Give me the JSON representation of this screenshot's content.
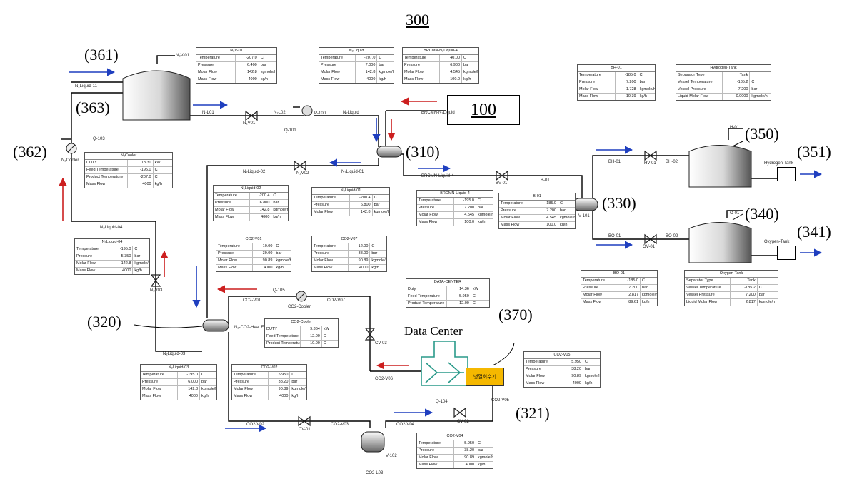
{
  "figure_number": "300",
  "subsystem_box": "100",
  "refs": {
    "r361": "(361)",
    "r363": "(363)",
    "r362": "(362)",
    "r310": "(310)",
    "r320": "(320)",
    "r330": "(330)",
    "r350": "(350)",
    "r351": "(351)",
    "r340": "(340)",
    "r341": "(341)",
    "r370": "(370)",
    "r321": "(321)"
  },
  "data_center_label": "Data Center",
  "heat_exchanger_label": "냉열회수기",
  "stream_tags": {
    "n2v01": "N₂V-01",
    "n2liquid11": "N₂Liquid-11",
    "n2cooler": "N₂Cooler",
    "q103": "Q-103",
    "n2l01": "N₂L01",
    "n2v01v": "N₂V01",
    "n2l02": "N₂L02",
    "p100": "P-100",
    "q101": "Q-101",
    "n2liquid": "N₂Liquid",
    "brcmn": "BRCMN-N₂Liquid",
    "n2liquid02": "N₂Liquid-02",
    "n2v02": "N₂V02",
    "n2liquid01": "N₂Liquid-01",
    "brcmnliq4": "BRCMN-Liquid-4",
    "bv01": "BV-01",
    "b01": "B-01",
    "bh01": "BH-01",
    "hv01": "HV-01",
    "bh02": "BH-02",
    "hydrogen_tank": "Hydrogen-Tank",
    "h01": "H-01",
    "v101": "V-101",
    "bo01": "BO-01",
    "ov01": "OV-01",
    "bo02": "BO-02",
    "oxygen_tank": "Oxygen-Tank",
    "o01": "O-01",
    "n2liquid04": "N₂Liquid-04",
    "n2v03": "N₂V03",
    "q105": "Q-105",
    "co2cooler": "CO2-Cooler",
    "co2v01": "CO2-V01",
    "co2v07": "CO2-V07",
    "n2co2hx": "N₂-CO2-Heat Exchang",
    "n2liquid03": "N₂Liquid-03",
    "cv03": "CV-03",
    "co2v06": "CO2-V06",
    "q104": "Q-104",
    "co2v05": "CO2-V05",
    "co2v02": "CO2-V02",
    "cv01": "CV-01",
    "co2v03": "CO2-V03",
    "co2v04": "CO2-V04",
    "cv02": "CV-02",
    "v102": "V-102",
    "co2l03": "CO2-L03"
  },
  "tables": [
    {
      "id": "n2v01",
      "title": "N₂V-01",
      "rows": [
        [
          "Temperature",
          "-207.0",
          "C"
        ],
        [
          "Pressure",
          "6.400",
          "bar"
        ],
        [
          "Molar Flow",
          "142.8",
          "kgmole/h"
        ],
        [
          "Mass Flow",
          "4000",
          "kg/h"
        ]
      ]
    },
    {
      "id": "n2liquid",
      "title": "N₂Liquid",
      "rows": [
        [
          "Temperature",
          "-207.0",
          "C"
        ],
        [
          "Pressure",
          "7.000",
          "bar"
        ],
        [
          "Molar Flow",
          "142.8",
          "kgmole/h"
        ],
        [
          "Mass Flow",
          "4000",
          "kg/h"
        ]
      ]
    },
    {
      "id": "brcmn",
      "title": "BRCMN-N₂Liquid-4",
      "rows": [
        [
          "Temperature",
          "40.00",
          "C"
        ],
        [
          "Pressure",
          "6.900",
          "bar"
        ],
        [
          "Molar Flow",
          "4.545",
          "kgmole/h"
        ],
        [
          "Mass Flow",
          "100.0",
          "kg/h"
        ]
      ]
    },
    {
      "id": "bh01",
      "title": "BH-01",
      "rows": [
        [
          "Temperature",
          "-185.0",
          "C"
        ],
        [
          "Pressure",
          "7.200",
          "bar"
        ],
        [
          "Molar Flow",
          "1.728",
          "kgmole/h"
        ],
        [
          "Mass Flow",
          "10.39",
          "kg/h"
        ]
      ]
    },
    {
      "id": "htank",
      "title": "Hydrogen-Tank",
      "rows": [
        [
          "Separator Type",
          "Tank",
          ""
        ],
        [
          "Vessel Temperature",
          "-185.2",
          "C"
        ],
        [
          "Vessel Pressure",
          "7.200",
          "bar"
        ],
        [
          "Liquid Molar Flow",
          "0.0000",
          "kgmole/h"
        ]
      ]
    },
    {
      "id": "n2cooler",
      "title": "N₂Cooler",
      "rows": [
        [
          "DUTY",
          "18.30",
          "kW"
        ],
        [
          "Feed Temperature",
          "-195.0",
          "C"
        ],
        [
          "Product Temperature",
          "-207.0",
          "C"
        ],
        [
          "Mass Flow",
          "4000",
          "kg/h"
        ]
      ]
    },
    {
      "id": "n2liq02",
      "title": "N₂Liquid-02",
      "rows": [
        [
          "Temperature",
          "-200.4",
          "C"
        ],
        [
          "Pressure",
          "6.800",
          "bar"
        ],
        [
          "Molar Flow",
          "142.8",
          "kgmole/h"
        ],
        [
          "Mass Flow",
          "4000",
          "kg/h"
        ]
      ]
    },
    {
      "id": "n2liq01",
      "title": "N₂Liquid-01",
      "rows": [
        [
          "Temperature",
          "-200.4",
          "C"
        ],
        [
          "Pressure",
          "6.800",
          "bar"
        ],
        [
          "Molar Flow",
          "142.8",
          "kgmole/h"
        ]
      ]
    },
    {
      "id": "brcmnliq4",
      "title": "BRCMN-Liquid-4",
      "rows": [
        [
          "Temperature",
          "-195.0",
          "C"
        ],
        [
          "Pressure",
          "7.200",
          "bar"
        ],
        [
          "Molar Flow",
          "4.545",
          "kgmole/h"
        ],
        [
          "Mass Flow",
          "100.0",
          "kg/h"
        ]
      ]
    },
    {
      "id": "b01",
      "title": "B-01",
      "rows": [
        [
          "Temperature",
          "-185.0",
          "C"
        ],
        [
          "Pressure",
          "7.200",
          "bar"
        ],
        [
          "Molar Flow",
          "4.545",
          "kgmole/h"
        ],
        [
          "Mass Flow",
          "100.0",
          "kg/h"
        ]
      ]
    },
    {
      "id": "n2liq04",
      "title": "N₂Liquid-04",
      "rows": [
        [
          "Temperature",
          "-195.0",
          "C"
        ],
        [
          "Pressure",
          "5.350",
          "bar"
        ],
        [
          "Molar Flow",
          "142.8",
          "kgmole/h"
        ],
        [
          "Mass Flow",
          "4000",
          "kg/h"
        ]
      ]
    },
    {
      "id": "co2v01",
      "title": "CO2-V01",
      "rows": [
        [
          "Temperature",
          "10.00",
          "C"
        ],
        [
          "Pressure",
          "39.00",
          "bar"
        ],
        [
          "Molar Flow",
          "90.89",
          "kgmole/h"
        ],
        [
          "Mass Flow",
          "4000",
          "kg/h"
        ]
      ]
    },
    {
      "id": "co2v07",
      "title": "CO2-V07",
      "rows": [
        [
          "Temperature",
          "12.00",
          "C"
        ],
        [
          "Pressure",
          "38.00",
          "bar"
        ],
        [
          "Molar Flow",
          "90.89",
          "kgmole/h"
        ],
        [
          "Mass Flow",
          "4000",
          "kg/h"
        ]
      ]
    },
    {
      "id": "bo01",
      "title": "BO-01",
      "rows": [
        [
          "Temperature",
          "-185.0",
          "C"
        ],
        [
          "Pressure",
          "7.200",
          "bar"
        ],
        [
          "Molar Flow",
          "2.817",
          "kgmole/h"
        ],
        [
          "Mass Flow",
          "89.61",
          "kg/h"
        ]
      ]
    },
    {
      "id": "otank",
      "title": "Oxygen-Tank",
      "rows": [
        [
          "Separator Type",
          "Tank",
          ""
        ],
        [
          "Vessel Temperature",
          "-185.2",
          "C"
        ],
        [
          "Vessel Pressure",
          "7.200",
          "bar"
        ],
        [
          "Liquid Molar Flow",
          "2.817",
          "kgmole/h"
        ]
      ]
    },
    {
      "id": "datacenter",
      "title": "DATA-CENTER",
      "rows": [
        [
          "Duty",
          "14.36",
          "kW"
        ],
        [
          "Feed Temperature",
          "5.950",
          "C"
        ],
        [
          "Product Temperature",
          "12.00",
          "C"
        ]
      ]
    },
    {
      "id": "co2cooler",
      "title": "CO2-Cooler",
      "rows": [
        [
          "DUTY",
          "9.364",
          "kW"
        ],
        [
          "Feed Temperature",
          "12.00",
          "C"
        ],
        [
          "Product Temperature",
          "10.00",
          "C"
        ]
      ]
    },
    {
      "id": "n2liq03",
      "title": "N₂Liquid-03",
      "rows": [
        [
          "Temperature",
          "-195.0",
          "C"
        ],
        [
          "Pressure",
          "6.000",
          "bar"
        ],
        [
          "Molar Flow",
          "142.8",
          "kgmole/h"
        ],
        [
          "Mass Flow",
          "4000",
          "kg/h"
        ]
      ]
    },
    {
      "id": "co2v02",
      "title": "CO2-V02",
      "rows": [
        [
          "Temperature",
          "5.950",
          "C"
        ],
        [
          "Pressure",
          "38.20",
          "bar"
        ],
        [
          "Molar Flow",
          "90.89",
          "kgmole/h"
        ],
        [
          "Mass Flow",
          "4000",
          "kg/h"
        ]
      ]
    },
    {
      "id": "co2v05",
      "title": "CO2-V05",
      "rows": [
        [
          "Temperature",
          "5.950",
          "C"
        ],
        [
          "Pressure",
          "38.20",
          "bar"
        ],
        [
          "Molar Flow",
          "90.89",
          "kgmole/h"
        ],
        [
          "Mass Flow",
          "4000",
          "kg/h"
        ]
      ]
    },
    {
      "id": "co2v04",
      "title": "CO2-V04",
      "rows": [
        [
          "Temperature",
          "5.950",
          "C"
        ],
        [
          "Pressure",
          "38.20",
          "bar"
        ],
        [
          "Molar Flow",
          "90.89",
          "kgmole/h"
        ],
        [
          "Mass Flow",
          "4000",
          "kg/h"
        ]
      ]
    }
  ],
  "colors": {
    "pipe": "#000000",
    "flow_blue": "#1f3fbf",
    "flow_red": "#cc1f1f",
    "heater": "#f5b800",
    "hx_green": "#2a9a8a"
  }
}
